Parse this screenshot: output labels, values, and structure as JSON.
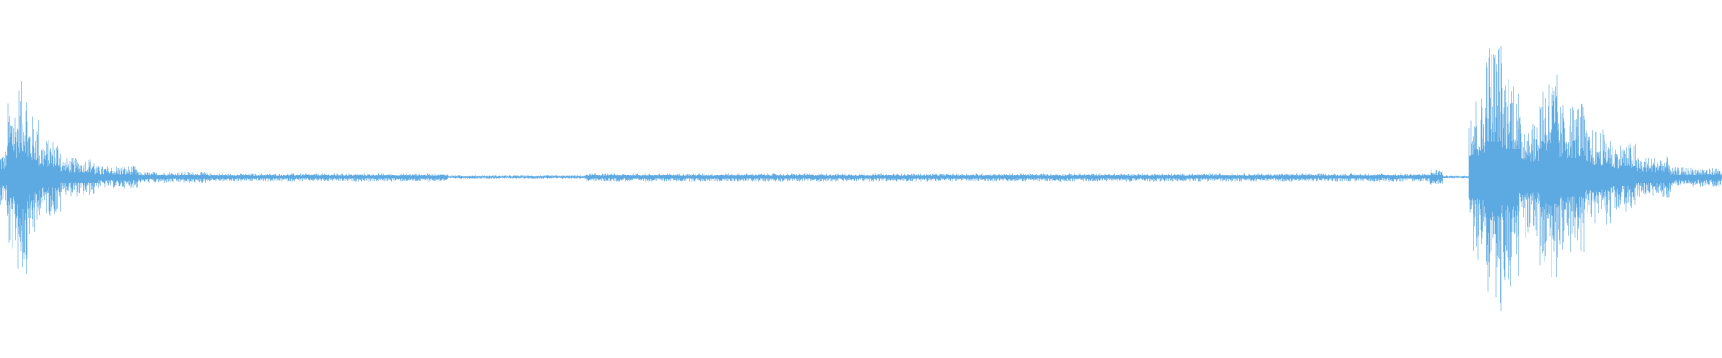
{
  "waveform": {
    "color": "#5da9e2",
    "background": "#ffffff",
    "segments": [
      {
        "start": 0.0,
        "end": 0.004,
        "amp": 0.2
      },
      {
        "start": 0.004,
        "end": 0.01,
        "amp": 0.55
      },
      {
        "start": 0.01,
        "end": 0.016,
        "amp": 0.7
      },
      {
        "start": 0.016,
        "end": 0.022,
        "amp": 0.45
      },
      {
        "start": 0.022,
        "end": 0.035,
        "amp": 0.28
      },
      {
        "start": 0.035,
        "end": 0.055,
        "amp": 0.14
      },
      {
        "start": 0.055,
        "end": 0.08,
        "amp": 0.08
      },
      {
        "start": 0.08,
        "end": 0.12,
        "amp": 0.04
      },
      {
        "start": 0.12,
        "end": 0.26,
        "amp": 0.03
      },
      {
        "start": 0.26,
        "end": 0.34,
        "amp": 0.012
      },
      {
        "start": 0.34,
        "end": 0.83,
        "amp": 0.03
      },
      {
        "start": 0.83,
        "end": 0.838,
        "amp": 0.06
      },
      {
        "start": 0.838,
        "end": 0.853,
        "amp": 0.01
      },
      {
        "start": 0.853,
        "end": 0.862,
        "amp": 0.6
      },
      {
        "start": 0.862,
        "end": 0.872,
        "amp": 1.0
      },
      {
        "start": 0.872,
        "end": 0.882,
        "amp": 0.8
      },
      {
        "start": 0.882,
        "end": 0.894,
        "amp": 0.45
      },
      {
        "start": 0.894,
        "end": 0.905,
        "amp": 0.75
      },
      {
        "start": 0.905,
        "end": 0.92,
        "amp": 0.55
      },
      {
        "start": 0.92,
        "end": 0.935,
        "amp": 0.35
      },
      {
        "start": 0.935,
        "end": 0.95,
        "amp": 0.25
      },
      {
        "start": 0.95,
        "end": 0.97,
        "amp": 0.15
      },
      {
        "start": 0.97,
        "end": 1.0,
        "amp": 0.07
      }
    ]
  }
}
